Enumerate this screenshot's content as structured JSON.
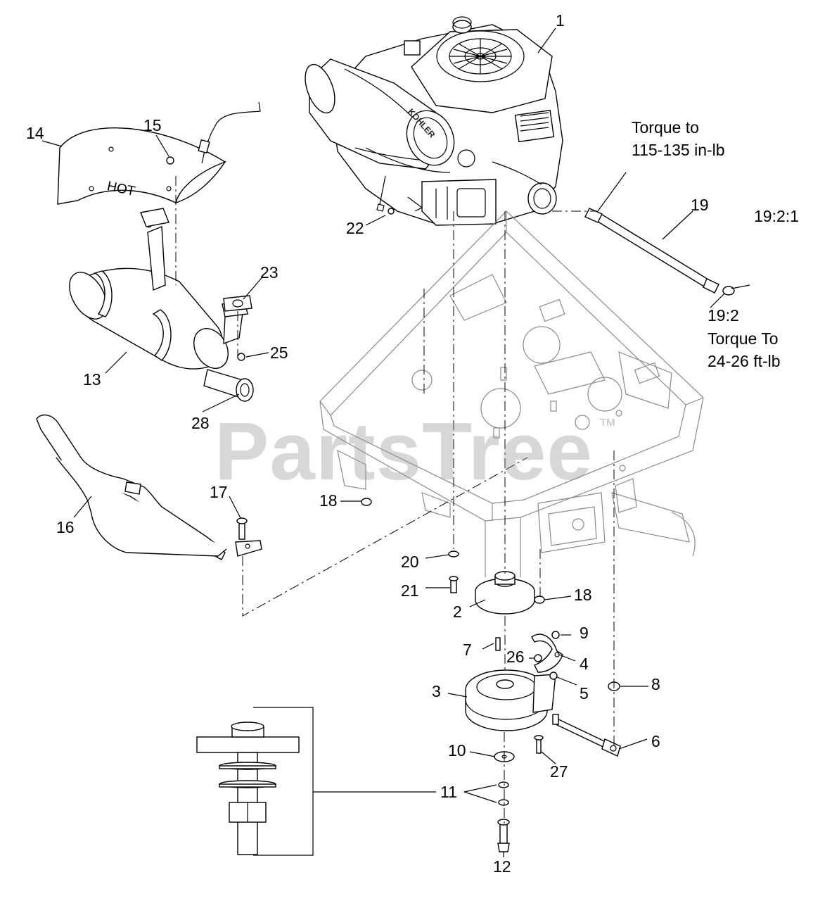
{
  "watermark": {
    "text": "PartsTree",
    "tm": "TM"
  },
  "labels": {
    "hot": "HOT",
    "engine_brand": "KOHLER"
  },
  "callouts": [
    {
      "id": "1",
      "text": "1"
    },
    {
      "id": "2",
      "text": "2"
    },
    {
      "id": "3",
      "text": "3"
    },
    {
      "id": "4",
      "text": "4"
    },
    {
      "id": "5",
      "text": "5"
    },
    {
      "id": "6",
      "text": "6"
    },
    {
      "id": "7",
      "text": "7"
    },
    {
      "id": "8",
      "text": "8"
    },
    {
      "id": "9",
      "text": "9"
    },
    {
      "id": "10",
      "text": "10"
    },
    {
      "id": "11",
      "text": "11"
    },
    {
      "id": "12",
      "text": "12"
    },
    {
      "id": "13",
      "text": "13"
    },
    {
      "id": "14",
      "text": "14"
    },
    {
      "id": "15",
      "text": "15"
    },
    {
      "id": "16",
      "text": "16"
    },
    {
      "id": "17",
      "text": "17"
    },
    {
      "id": "18a",
      "text": "18"
    },
    {
      "id": "18b",
      "text": "18"
    },
    {
      "id": "19",
      "text": "19"
    },
    {
      "id": "20",
      "text": "20"
    },
    {
      "id": "21",
      "text": "21"
    },
    {
      "id": "22",
      "text": "22"
    },
    {
      "id": "23",
      "text": "23"
    },
    {
      "id": "25",
      "text": "25"
    },
    {
      "id": "26",
      "text": "26"
    },
    {
      "id": "27",
      "text": "27"
    },
    {
      "id": "28",
      "text": "28"
    },
    {
      "id": "19-2-1",
      "text": "19:2:1"
    },
    {
      "id": "19-2",
      "text": "19:2"
    }
  ],
  "notes": {
    "torque_19_line1": "Torque to",
    "torque_19_line2": "115-135 in-lb",
    "torque_19_2_line1": "Torque To",
    "torque_19_2_line2": "24-26 ft-lb"
  }
}
